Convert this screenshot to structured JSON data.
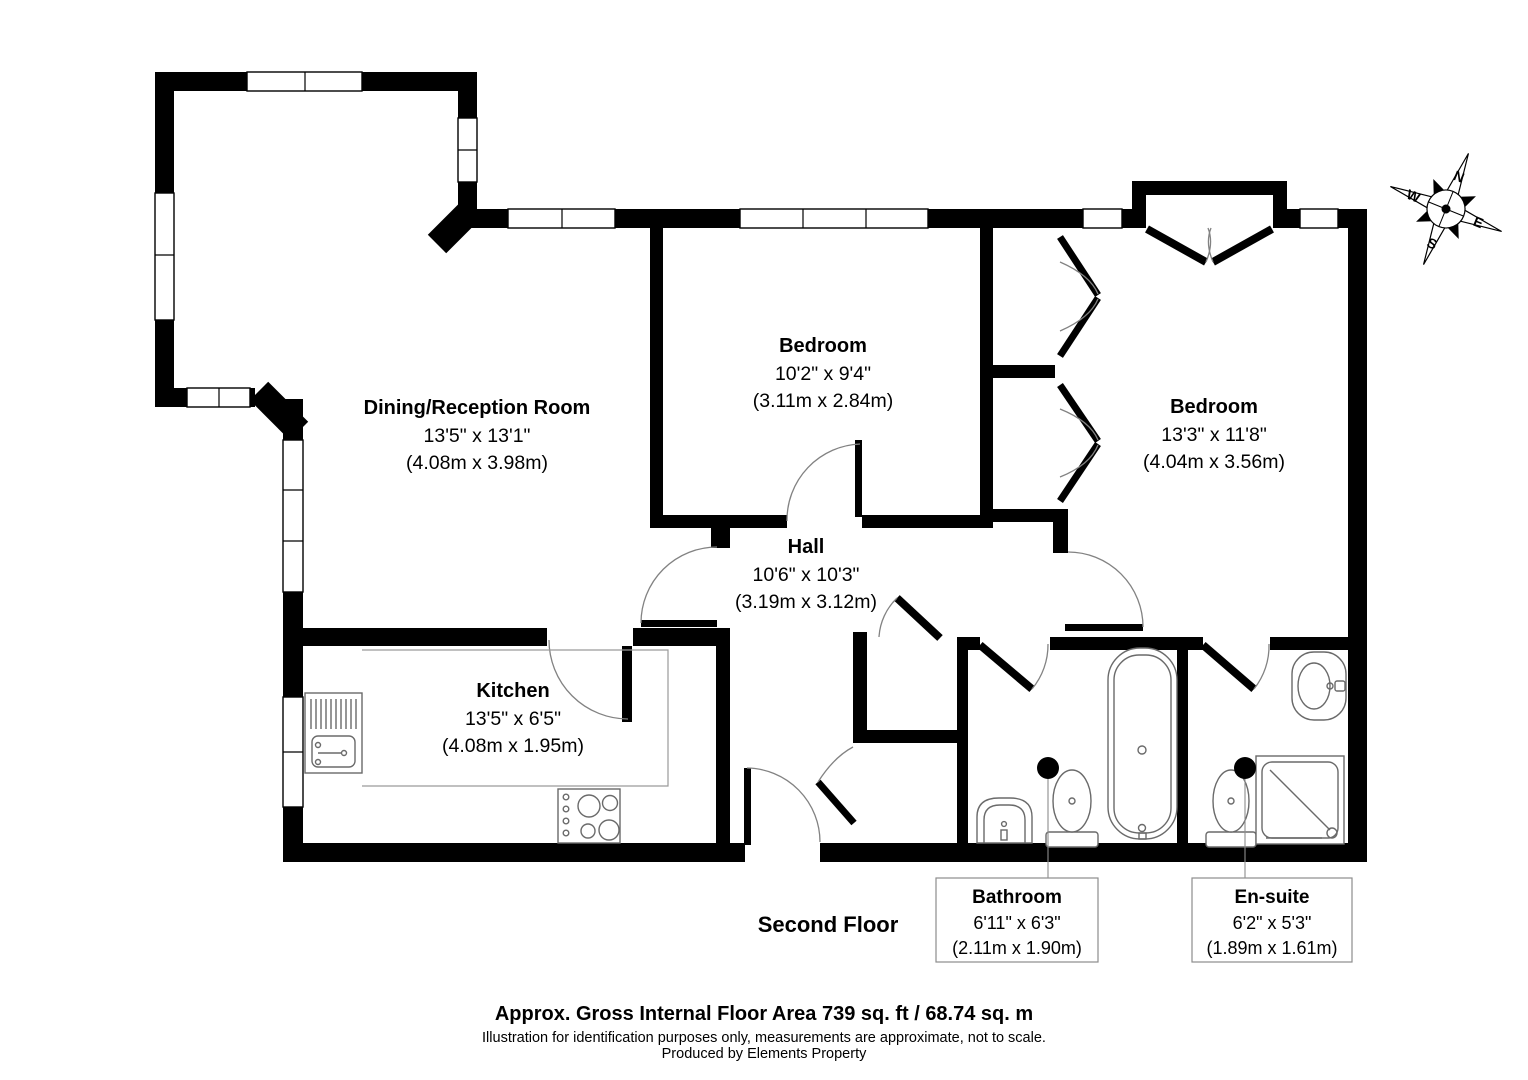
{
  "rooms": {
    "dining": {
      "name": "Dining/Reception Room",
      "imperial": "13'5\" x 13'1\"",
      "metric": "(4.08m x 3.98m)"
    },
    "bedroom1": {
      "name": "Bedroom",
      "imperial": "10'2\" x 9'4\"",
      "metric": "(3.11m x 2.84m)"
    },
    "bedroom2": {
      "name": "Bedroom",
      "imperial": "13'3\" x 11'8\"",
      "metric": "(4.04m x 3.56m)"
    },
    "hall": {
      "name": "Hall",
      "imperial": "10'6\" x 10'3\"",
      "metric": "(3.19m x 3.12m)"
    },
    "kitchen": {
      "name": "Kitchen",
      "imperial": "13'5\" x 6'5\"",
      "metric": "(4.08m x 1.95m)"
    },
    "bathroom": {
      "name": "Bathroom",
      "imperial": "6'11\" x 6'3\"",
      "metric": "(2.11m x 1.90m)"
    },
    "ensuite": {
      "name": "En-suite",
      "imperial": "6'2\" x 5'3\"",
      "metric": "(1.89m x 1.61m)"
    }
  },
  "floor": {
    "label": "Second Floor"
  },
  "footer": {
    "area": "Approx. Gross Internal Floor Area 739 sq. ft / 68.74 sq. m",
    "disclaimer": "Illustration for identification purposes only, measurements are approximate, not to scale.",
    "producer": "Produced by Elements Property"
  },
  "compass": {
    "n": "N",
    "e": "E",
    "s": "S",
    "w": "W"
  },
  "colors": {
    "wall": "#000000",
    "fixture": "#6a6a6a",
    "arc": "#828282",
    "background": "#ffffff"
  }
}
